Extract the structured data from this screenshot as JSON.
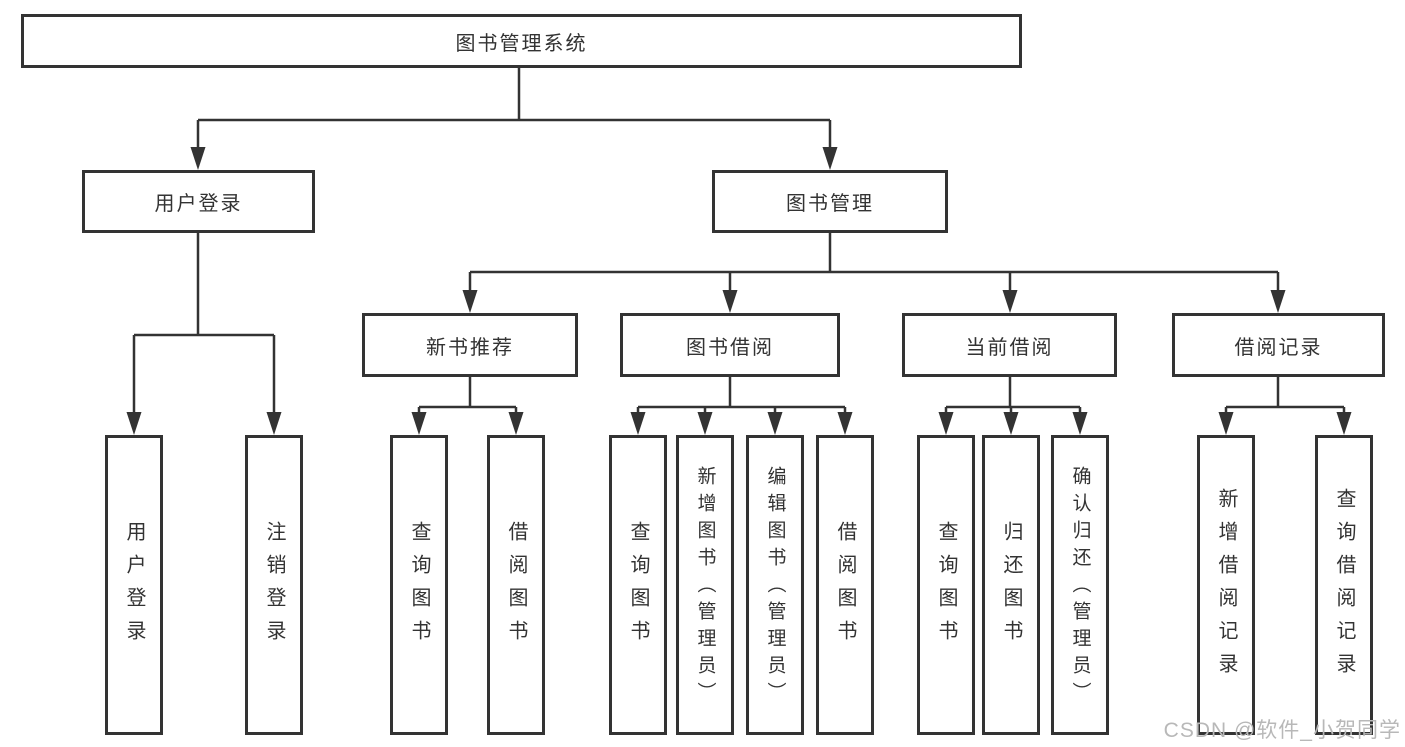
{
  "diagram": {
    "type": "hierarchy",
    "nodes": [
      {
        "id": "root",
        "label": "图书管理系统",
        "parent": null
      },
      {
        "id": "user-login",
        "label": "用户登录",
        "parent": "root"
      },
      {
        "id": "book-management",
        "label": "图书管理",
        "parent": "root"
      },
      {
        "id": "new-book-recommendation",
        "label": "新书推荐",
        "parent": "book-management"
      },
      {
        "id": "book-borrowing",
        "label": "图书借阅",
        "parent": "book-management"
      },
      {
        "id": "current-borrowing",
        "label": "当前借阅",
        "parent": "book-management"
      },
      {
        "id": "borrowing-records",
        "label": "借阅记录",
        "parent": "book-management"
      },
      {
        "id": "leaf-user-login",
        "label": "用户登录",
        "parent": "user-login"
      },
      {
        "id": "leaf-logout",
        "label": "注销登录",
        "parent": "user-login"
      },
      {
        "id": "leaf-query-books-rec",
        "label": "查询图书",
        "parent": "new-book-recommendation"
      },
      {
        "id": "leaf-borrow-books-rec",
        "label": "借阅图书",
        "parent": "new-book-recommendation"
      },
      {
        "id": "leaf-query-books-borrow",
        "label": "查询图书",
        "parent": "book-borrowing"
      },
      {
        "id": "leaf-add-books-admin",
        "label": "新增图书（管理员）",
        "parent": "book-borrowing"
      },
      {
        "id": "leaf-edit-books-admin",
        "label": "编辑图书（管理员）",
        "parent": "book-borrowing"
      },
      {
        "id": "leaf-borrow-books",
        "label": "借阅图书",
        "parent": "book-borrowing"
      },
      {
        "id": "leaf-query-books-current",
        "label": "查询图书",
        "parent": "current-borrowing"
      },
      {
        "id": "leaf-return-books",
        "label": "归还图书",
        "parent": "current-borrowing"
      },
      {
        "id": "leaf-confirm-return-admin",
        "label": "确认归还（管理员）",
        "parent": "current-borrowing"
      },
      {
        "id": "leaf-add-borrow-record",
        "label": "新增借阅记录",
        "parent": "borrowing-records"
      },
      {
        "id": "leaf-query-borrow-record",
        "label": "查询借阅记录",
        "parent": "borrowing-records"
      }
    ]
  },
  "watermark": {
    "text": "CSDN @软件_小贺同学",
    "color": "#b8b8b8"
  },
  "colors": {
    "line": "#333333",
    "box_border": "#333333",
    "box_background": "#ffffff",
    "text": "#333333",
    "page_background": "#ffffff"
  }
}
